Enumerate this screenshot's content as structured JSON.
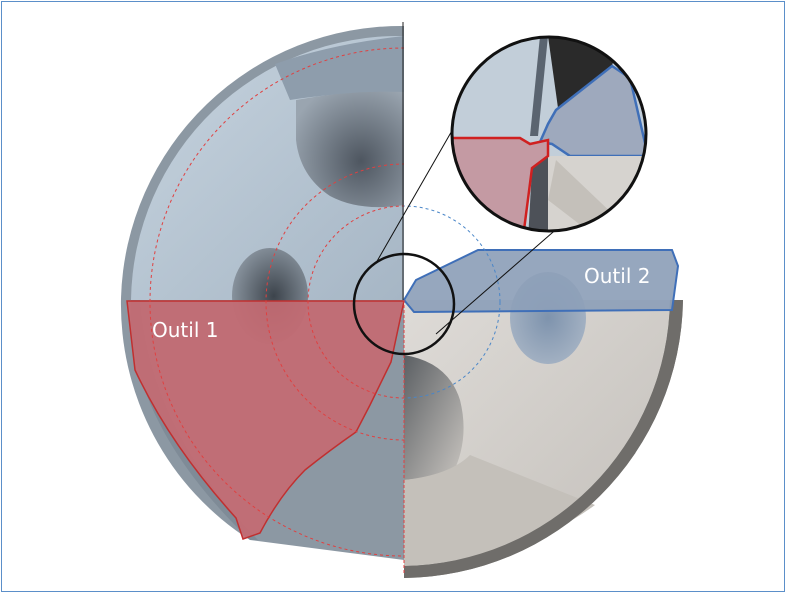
{
  "labels": {
    "tool_1": "Outil 1",
    "tool_2": "Outil 2"
  },
  "colors": {
    "frame_border": "#5b8fc9",
    "tool_1_fill": "#c46a72",
    "tool_1_edge": "#d02020",
    "tool_2_fill": "#8d9fb9",
    "tool_2_edge": "#3f6fb8",
    "left_body": "#b9c8d6",
    "right_body": "#d2cfcb",
    "construction_red": "#e04040",
    "construction_blue": "#4a86c8",
    "label_text": "#ffffff"
  },
  "icons": {
    "zoom_lens": "magnifier-circle"
  }
}
